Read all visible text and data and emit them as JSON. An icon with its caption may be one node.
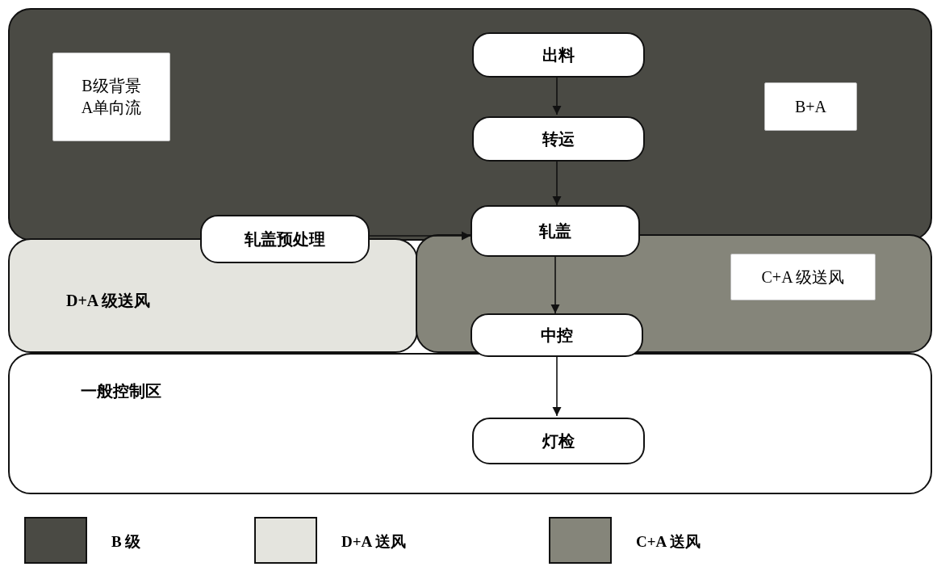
{
  "diagram": {
    "nodes": [
      {
        "text": [],
        "shape": "band"
      },
      {
        "text": [
          "B级背景",
          "A单向流"
        ],
        "in": 0
      },
      {
        "text": [
          "B+A"
        ],
        "in": 0
      },
      {
        "text": [
          "出料"
        ],
        "in": 0
      },
      {
        "text": [
          "转运"
        ],
        "in": 0
      },
      {
        "text": [
          "D+A 级送风"
        ]
      },
      {
        "text": [],
        "shape": "band"
      },
      {
        "text": [
          "C+A 级送风"
        ],
        "in": 6
      },
      {
        "text": [
          "一般控制区"
        ]
      },
      {
        "text": [
          "轧盖预处理"
        ]
      },
      {
        "text": [
          "轧盖"
        ]
      },
      {
        "text": [
          "中控"
        ]
      },
      {
        "text": [
          "灯检"
        ],
        "in": 8
      }
    ],
    "edges": [
      {
        "from": 3,
        "to": 4,
        "arrow": "to"
      },
      {
        "from": 4,
        "to": 10,
        "arrow": "to"
      },
      {
        "from": 9,
        "to": 10,
        "arrow": "to"
      },
      {
        "from": 10,
        "to": 11,
        "arrow": "to"
      },
      {
        "from": 11,
        "to": 12,
        "arrow": "to"
      }
    ],
    "legend": [
      {
        "text": "B 级",
        "color": "#4a4a44"
      },
      {
        "text": "D+A 送风",
        "color": "#e4e4de"
      },
      {
        "text": "C+A 送风",
        "color": "#85857a"
      }
    ]
  }
}
